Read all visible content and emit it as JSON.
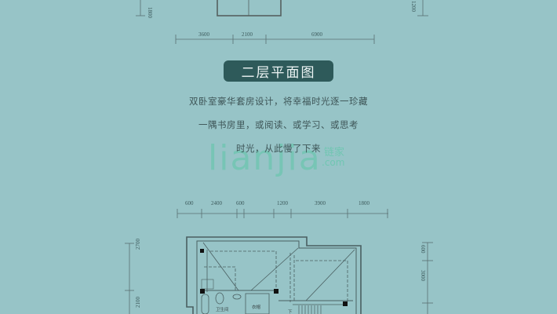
{
  "top_plan": {
    "left_vertical_dim": "1800",
    "right_vertical_dim": "1200",
    "bottom_dims": [
      "3600",
      "2100",
      "6900"
    ]
  },
  "section": {
    "title": "二层平面图",
    "description_lines": [
      "双卧室豪华套房设计，将幸福时光逐一珍藏",
      "一隅书房里，或阅读、或学习、或思考",
      "时光，从此慢了下来"
    ]
  },
  "watermark": {
    "logo_text": "Lianjia",
    "cn_text": "链家",
    "domain_text": ".com"
  },
  "second_plan": {
    "top_dims": [
      "600",
      "2400",
      "600",
      "1200",
      "3900",
      "1800"
    ],
    "left_vertical_dims": [
      "2700",
      "2100"
    ],
    "right_vertical_dims": [
      "600",
      "3000"
    ],
    "room_labels": {
      "bathroom": "卫生间",
      "closet": "衣帽",
      "stairs_down": "下"
    }
  },
  "colors": {
    "background": "#97c4c7",
    "title_badge": "#2e5a5a",
    "line": "#4a5f61"
  }
}
